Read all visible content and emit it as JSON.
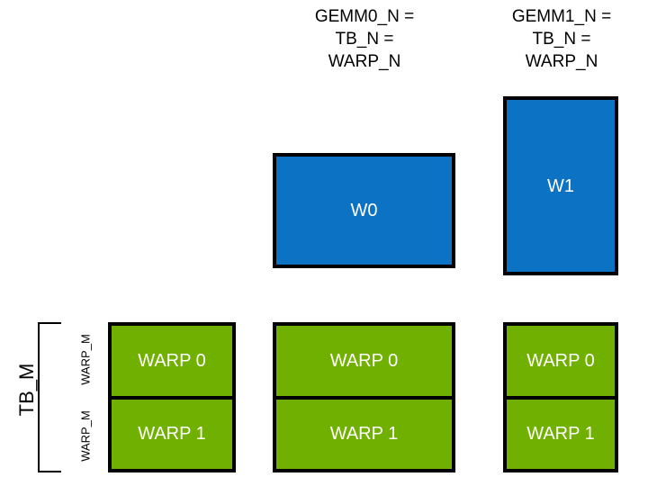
{
  "diagram": {
    "title_column_headers": [
      {
        "id": "gemm0",
        "text": "GEMM0_N =\nTB_N =\nWARP_N"
      },
      {
        "id": "gemm1",
        "text": "GEMM1_N =\nTB_N =\nWARP_N"
      }
    ],
    "blue_boxes": [
      {
        "id": "w0",
        "label": "W0"
      },
      {
        "id": "w1",
        "label": "W1"
      }
    ],
    "green_stacks": [
      {
        "id": "stack-0",
        "cells": [
          {
            "label": "WARP 0"
          },
          {
            "label": "WARP 1"
          }
        ]
      },
      {
        "id": "stack-1",
        "cells": [
          {
            "label": "WARP 0"
          },
          {
            "label": "WARP 1"
          }
        ]
      },
      {
        "id": "stack-2",
        "cells": [
          {
            "label": "WARP 0"
          },
          {
            "label": "WARP 1"
          }
        ]
      }
    ],
    "axis_labels": {
      "tb_m": "TB_M",
      "warp_m_top": "WARP_M",
      "warp_m_bottom": "WARP_M"
    },
    "colors": {
      "green_tile": "#70b000",
      "blue_tile": "#0b72c4",
      "outline": "#000000",
      "tile_text": "#ffffff",
      "background": "#ffffff"
    }
  }
}
